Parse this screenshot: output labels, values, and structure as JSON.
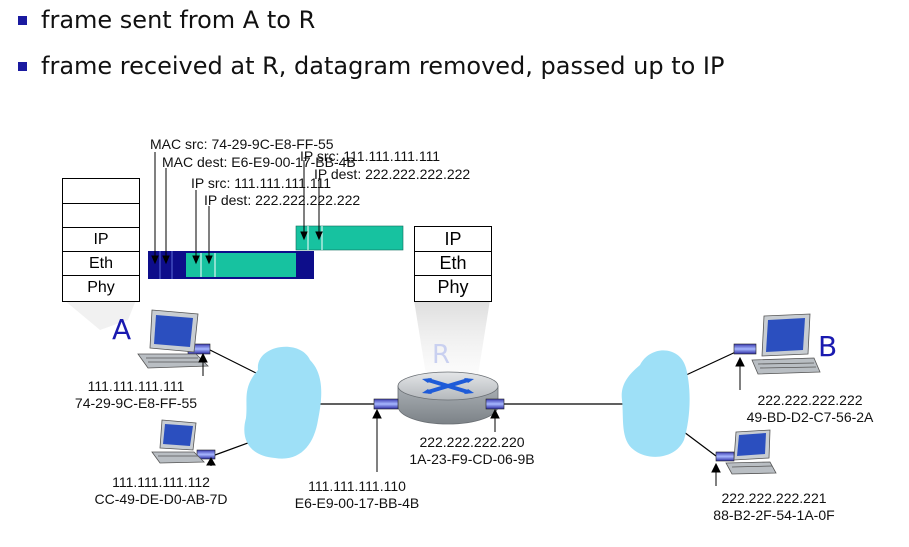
{
  "bullets": [
    "frame sent from A to R",
    "frame received at R, datagram removed, passed up to IP"
  ],
  "frame_labels": {
    "mac_src": "MAC src: 74-29-9C-E8-FF-55",
    "mac_dest": "MAC dest: E6-E9-00-17-BB-4B",
    "ip_src": "IP src: 111.111.111.111",
    "ip_dest": "IP dest: 222.222.222.222"
  },
  "datagram_labels": {
    "ip_src": "IP src: 111.111.111.111",
    "ip_dest": "IP dest: 222.222.222.222"
  },
  "stack_a": [
    "",
    "",
    "IP",
    "Eth",
    "Phy"
  ],
  "stack_r": [
    "IP",
    "Eth",
    "Phy"
  ],
  "hosts": {
    "a_label": "A",
    "b_label": "B",
    "r_label": "R"
  },
  "addresses": {
    "a_ip": "111.111.111.111",
    "a_mac": "74-29-9C-E8-FF-55",
    "a2_ip": "111.111.111.112",
    "a2_mac": "CC-49-DE-D0-AB-7D",
    "r_left_ip": "111.111.111.110",
    "r_left_mac": "E6-E9-00-17-BB-4B",
    "r_right_ip": "222.222.222.220",
    "r_right_mac": "1A-23-F9-CD-06-9B",
    "b_ip": "222.222.222.222",
    "b_mac": "49-BD-D2-C7-56-2A",
    "b2_ip": "222.222.222.221",
    "b2_mac": "88-B2-2F-54-1A-0F"
  },
  "colors": {
    "frame_header": "#0d0d8a",
    "datagram": "#17c2a0",
    "lan_cloud": "#9ee0f7",
    "router": "#c8ccd0",
    "host_label": "#1a1ab0"
  }
}
